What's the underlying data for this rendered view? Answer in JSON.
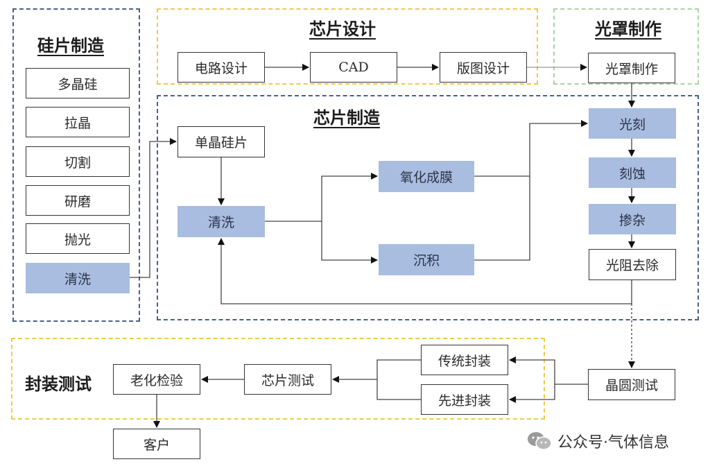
{
  "sections": {
    "wafer": {
      "title": "硅片制造",
      "items": [
        "多晶硅",
        "拉晶",
        "切割",
        "研磨",
        "抛光",
        "清洗"
      ]
    },
    "design": {
      "title": "芯片设计",
      "items": [
        "电路设计",
        "CAD",
        "版图设计"
      ]
    },
    "mask": {
      "title": "光罩制作",
      "items": [
        "光罩制作"
      ]
    },
    "fab": {
      "title": "芯片制造",
      "items": [
        "单晶硅片",
        "清洗",
        "氧化成膜",
        "沉积",
        "光刻",
        "刻蚀",
        "掺杂",
        "光阻去除"
      ]
    },
    "package": {
      "title": "封装测试",
      "items": [
        "晶圆测试",
        "传统封装",
        "先进封装",
        "芯片测试",
        "老化检验",
        "客户"
      ]
    }
  },
  "colors": {
    "highlight": "#a8bde0",
    "blue_border": "#4a5f86",
    "yellow_border": "#f0c84a",
    "green_border": "#a9d3a0"
  },
  "watermark": {
    "icon": "wechat-icon",
    "text": "公众号·气体信息"
  }
}
